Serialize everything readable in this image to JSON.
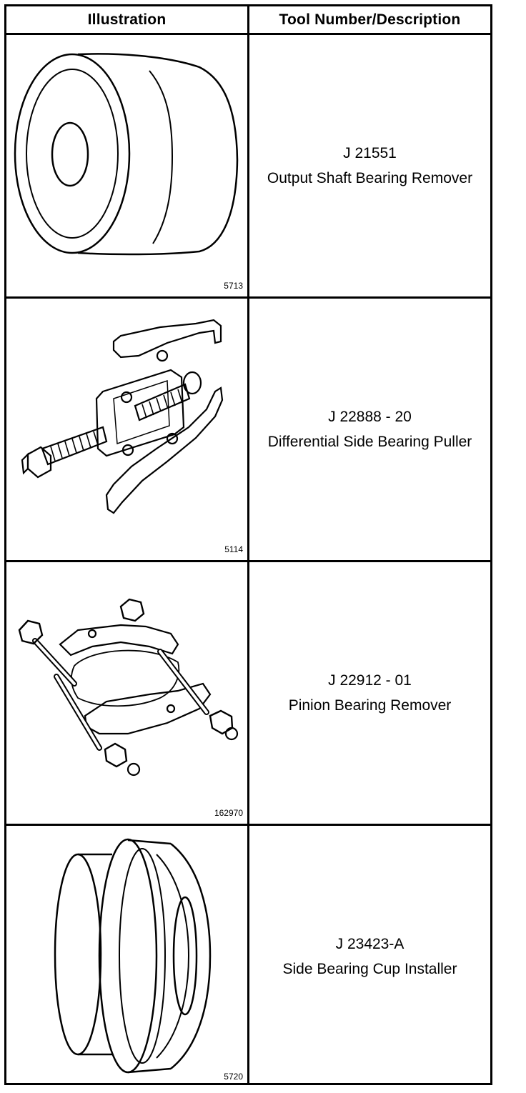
{
  "table": {
    "header": {
      "illustration": "Illustration",
      "tool": "Tool Number/Description"
    },
    "rows": [
      {
        "figure_number": "5713",
        "tool_number": "J 21551",
        "description": "Output Shaft Bearing Remover",
        "icon": "bearing-remover-cylinder-icon"
      },
      {
        "figure_number": "5114",
        "tool_number": "J 22888 - 20",
        "description": "Differential Side Bearing Puller",
        "icon": "bearing-puller-icon"
      },
      {
        "figure_number": "162970",
        "tool_number": "J 22912 - 01",
        "description": "Pinion Bearing Remover",
        "icon": "pinion-bearing-remover-icon"
      },
      {
        "figure_number": "5720",
        "tool_number": "J 23423-A",
        "description": "Side Bearing Cup Installer",
        "icon": "cup-installer-icon"
      }
    ]
  }
}
